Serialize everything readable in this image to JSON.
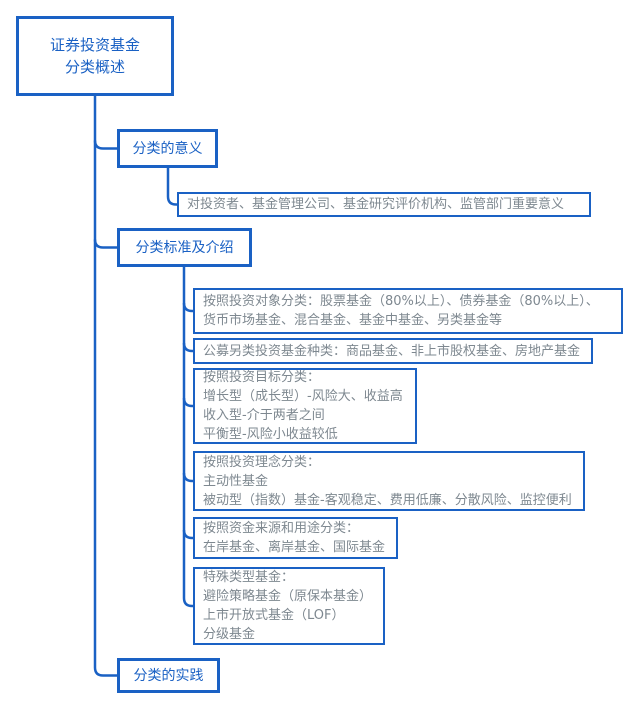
{
  "colors": {
    "accent_blue": "#1A61C4",
    "leaf_text_gray": "#7E8890",
    "background": "#FFFFFF"
  },
  "root": {
    "lines": [
      "证券投资基金",
      "分类概述"
    ]
  },
  "branches": [
    {
      "label": "分类的意义",
      "leaves": [
        {
          "lines": [
            "对投资者、基金管理公司、基金研究评价机构、监管部门重要意义"
          ]
        }
      ]
    },
    {
      "label": "分类标准及介绍",
      "leaves": [
        {
          "lines": [
            "按照投资对象分类：股票基金（80%以上）、债券基金（80%以上）、",
            "货币市场基金、混合基金、基金中基金、另类基金等"
          ]
        },
        {
          "lines": [
            "公募另类投资基金种类：商品基金、非上市股权基金、房地产基金"
          ]
        },
        {
          "lines": [
            "按照投资目标分类：",
            "增长型（成长型）-风险大、收益高",
            "收入型-介于两者之间",
            "平衡型-风险小收益较低"
          ]
        },
        {
          "lines": [
            "按照投资理念分类：",
            "主动性基金",
            "被动型（指数）基金-客观稳定、费用低廉、分散风险、监控便利"
          ]
        },
        {
          "lines": [
            "按照资金来源和用途分类：",
            "在岸基金、离岸基金、国际基金"
          ]
        },
        {
          "lines": [
            "特殊类型基金：",
            "避险策略基金（原保本基金）",
            "上市开放式基金（LOF）",
            "分级基金"
          ]
        }
      ]
    },
    {
      "label": "分类的实践",
      "leaves": []
    }
  ]
}
